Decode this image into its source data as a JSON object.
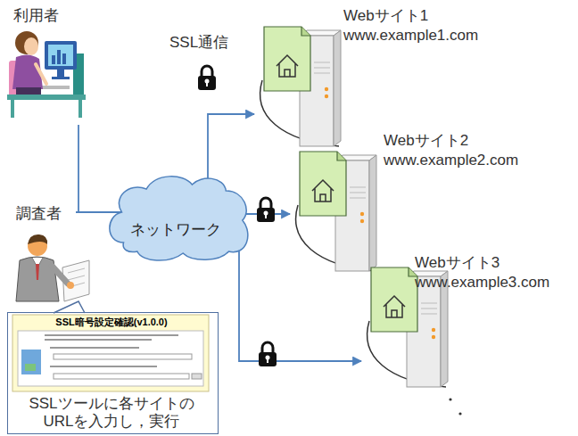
{
  "diagram": {
    "nodes": [
      {
        "text": [
          "利用者"
        ]
      },
      {
        "text": [
          "Webサイト1",
          "www.example1.com"
        ]
      },
      {
        "text": [
          "Webサイト2",
          "www.example2.com"
        ]
      },
      {
        "text": [
          "調査者"
        ]
      },
      {
        "text": [
          "ネットワーク"
        ]
      },
      {
        "text": [
          "Webサイト3",
          "www.example3.com"
        ]
      },
      {
        "text": [
          "SSL暗号設定確認(v1.0.0)",
          "SSLツールに各サイトのURLを入力し，実行"
        ]
      }
    ],
    "edges": [
      {
        "from": 0,
        "to": 4,
        "arrow": "none"
      },
      {
        "from": 3,
        "to": 4,
        "arrow": "none"
      },
      {
        "from": 4,
        "to": 1,
        "arrow": "to",
        "label": "SSL通信"
      },
      {
        "from": 4,
        "to": 2,
        "arrow": "to"
      },
      {
        "from": 4,
        "to": 5,
        "arrow": "to"
      }
    ]
  }
}
